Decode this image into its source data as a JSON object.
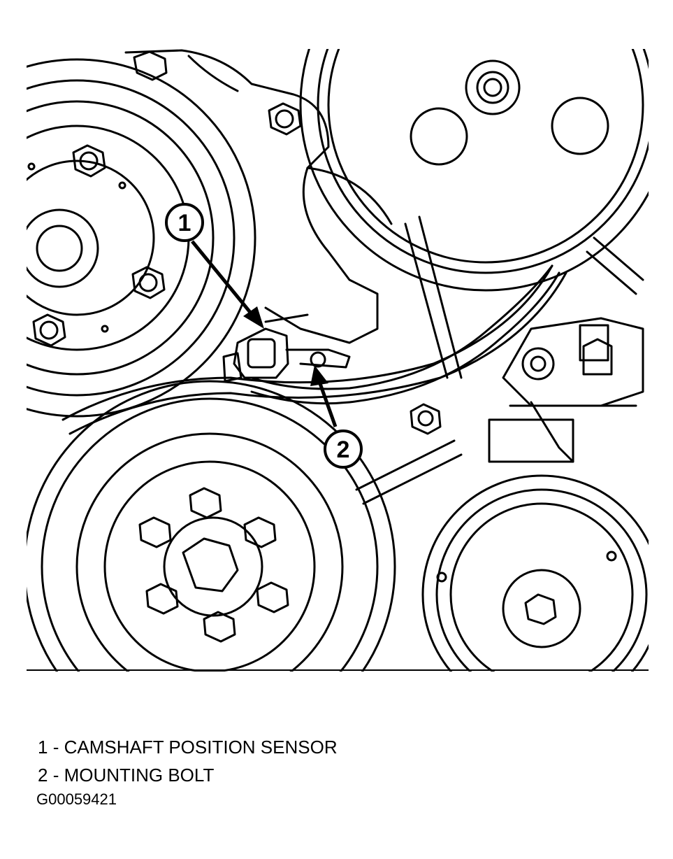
{
  "callouts": [
    {
      "number": "1",
      "label": "CAMSHAFT POSITION SENSOR"
    },
    {
      "number": "2",
      "label": "MOUNTING BOLT"
    }
  ],
  "legend": {
    "separator": " - "
  },
  "figure_id": "G00059421"
}
